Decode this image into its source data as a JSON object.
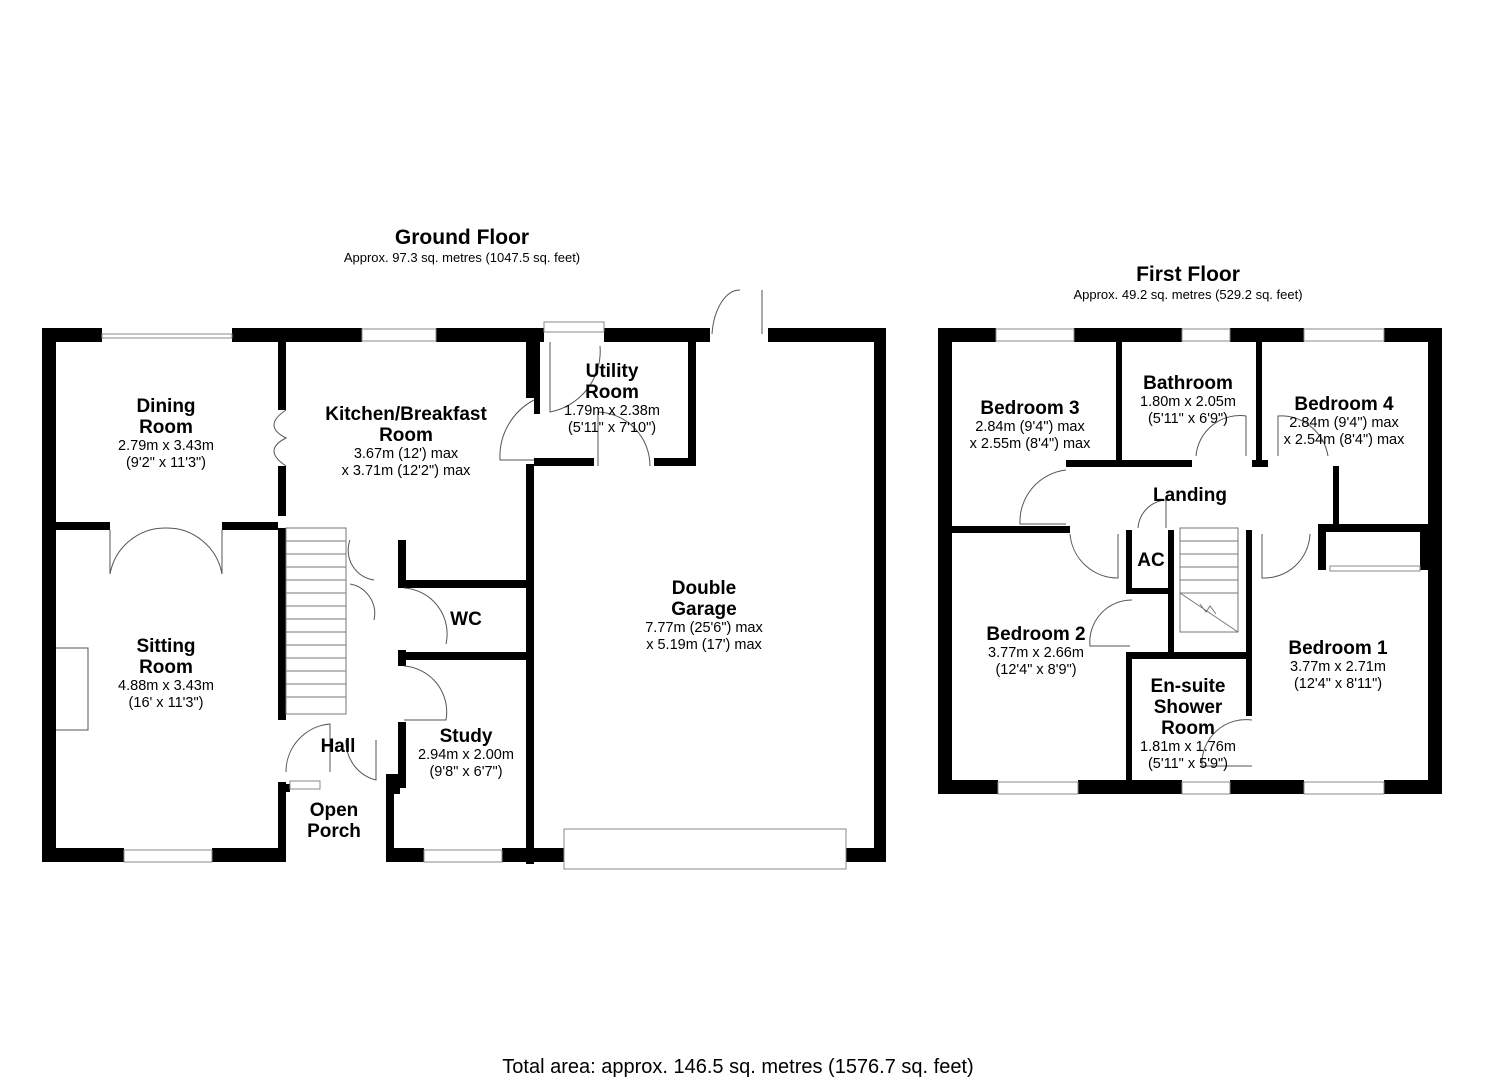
{
  "ground_floor": {
    "title": "Ground Floor",
    "area": "Approx. 97.3 sq. metres (1047.5 sq. feet)",
    "rooms": {
      "dining": {
        "name_line1": "Dining",
        "name_line2": "Room",
        "dim_m": "2.79m x 3.43m",
        "dim_ft": "(9'2\" x 11'3\")"
      },
      "kitchen": {
        "name_line1": "Kitchen/Breakfast",
        "name_line2": "Room",
        "dim_m": "3.67m (12') max",
        "dim_ft": "x 3.71m (12'2\") max"
      },
      "utility": {
        "name_line1": "Utility",
        "name_line2": "Room",
        "dim_m": "1.79m x 2.38m",
        "dim_ft": "(5'11\" x 7'10\")"
      },
      "sitting": {
        "name_line1": "Sitting",
        "name_line2": "Room",
        "dim_m": "4.88m x 3.43m",
        "dim_ft": "(16' x 11'3\")"
      },
      "wc": {
        "name": "WC"
      },
      "hall": {
        "name": "Hall"
      },
      "porch": {
        "name_line1": "Open",
        "name_line2": "Porch"
      },
      "study": {
        "name": "Study",
        "dim_m": "2.94m x 2.00m",
        "dim_ft": "(9'8\" x 6'7\")"
      },
      "garage": {
        "name_line1": "Double",
        "name_line2": "Garage",
        "dim_m": "7.77m (25'6\") max",
        "dim_ft": "x 5.19m (17') max"
      }
    }
  },
  "first_floor": {
    "title": "First Floor",
    "area": "Approx. 49.2 sq. metres (529.2 sq. feet)",
    "rooms": {
      "bedroom3": {
        "name": "Bedroom 3",
        "dim_m": "2.84m (9'4\") max",
        "dim_ft": "x 2.55m (8'4\") max"
      },
      "bathroom": {
        "name": "Bathroom",
        "dim_m": "1.80m x 2.05m",
        "dim_ft": "(5'11\" x 6'9\")"
      },
      "bedroom4": {
        "name": "Bedroom 4",
        "dim_m": "2.84m (9'4\") max",
        "dim_ft": "x 2.54m (8'4\") max"
      },
      "landing": {
        "name": "Landing"
      },
      "ac": {
        "name": "AC"
      },
      "bedroom2": {
        "name": "Bedroom 2",
        "dim_m": "3.77m x 2.66m",
        "dim_ft": "(12'4\" x 8'9\")"
      },
      "ensuite": {
        "name_line1": "En-suite",
        "name_line2": "Shower",
        "name_line3": "Room",
        "dim_m": "1.81m x 1.76m",
        "dim_ft": "(5'11\" x 5'9\")"
      },
      "bedroom1": {
        "name": "Bedroom 1",
        "dim_m": "3.77m x 2.71m",
        "dim_ft": "(12'4\" x 8'11\")"
      }
    }
  },
  "total_area": "Total area: approx. 146.5 sq. metres (1576.7 sq. feet)",
  "colors": {
    "wall": "#000000",
    "background": "#ffffff",
    "fixture": "#777777"
  }
}
